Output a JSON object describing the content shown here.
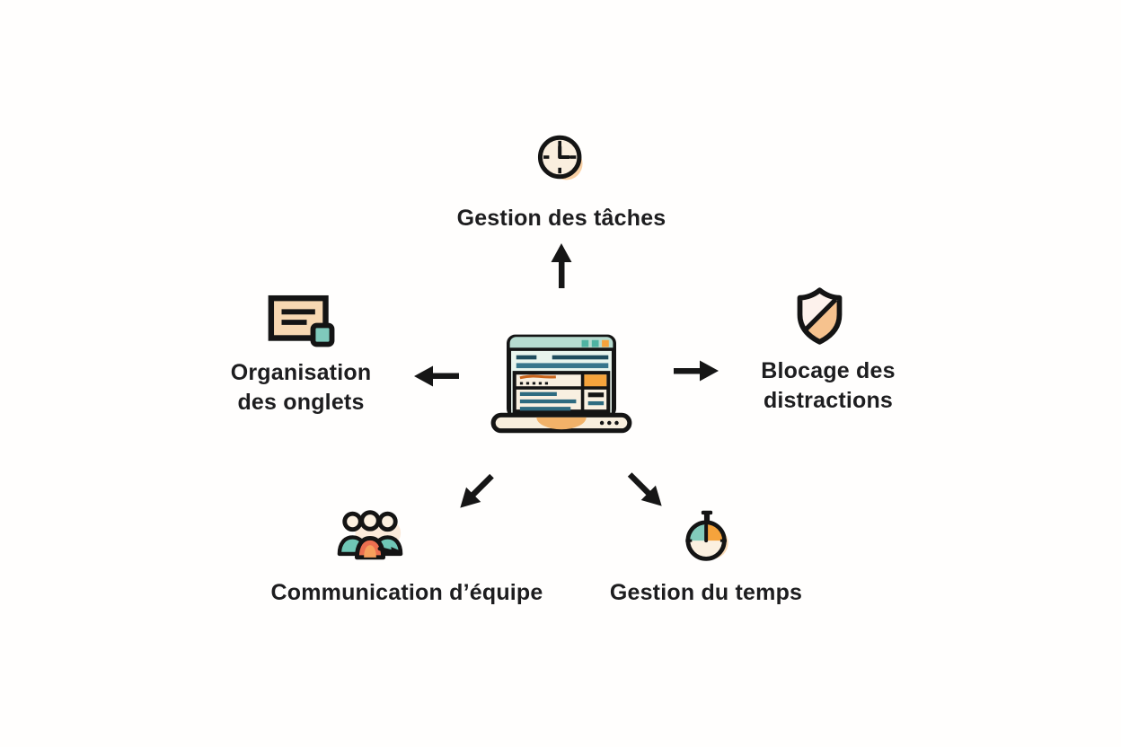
{
  "center": {
    "icon": "laptop-browser-icon",
    "description": "laptop showing a browser window with tabs, toolbar, search field, orange button and text lines"
  },
  "nodes": {
    "top": {
      "icon": "clock-icon",
      "label": "Gestion des tâches"
    },
    "left": {
      "icon": "browser-tab-card-icon",
      "line1": "Organisation",
      "line2": "des onglets"
    },
    "right": {
      "icon": "shield-block-icon",
      "line1": "Blocage des",
      "line2": "distractions"
    },
    "bottom_left": {
      "icon": "team-group-icon",
      "label": "Communication d’équipe"
    },
    "bottom_right": {
      "icon": "stopwatch-icon",
      "label": "Gestion du temps"
    }
  },
  "arrows": {
    "directions": [
      "up",
      "left",
      "right",
      "down-left",
      "down-right"
    ],
    "color": "#161616"
  },
  "colors": {
    "text": "#1d1d1f",
    "outline": "#141414",
    "mint": "#cfe8dd",
    "mint_bar": "#b7dcd0",
    "teal": "#6fc7b6",
    "teal_square": "#7fcabc",
    "teal_dark": "#2e6b80",
    "navy_bar": "#1f4d5e",
    "orange": "#f5a33c",
    "orange_scribble": "#c8641c",
    "coral": "#ec6f50",
    "cream": "#f8eedd",
    "peach": "#f6c28e",
    "background": "#fffefd"
  }
}
